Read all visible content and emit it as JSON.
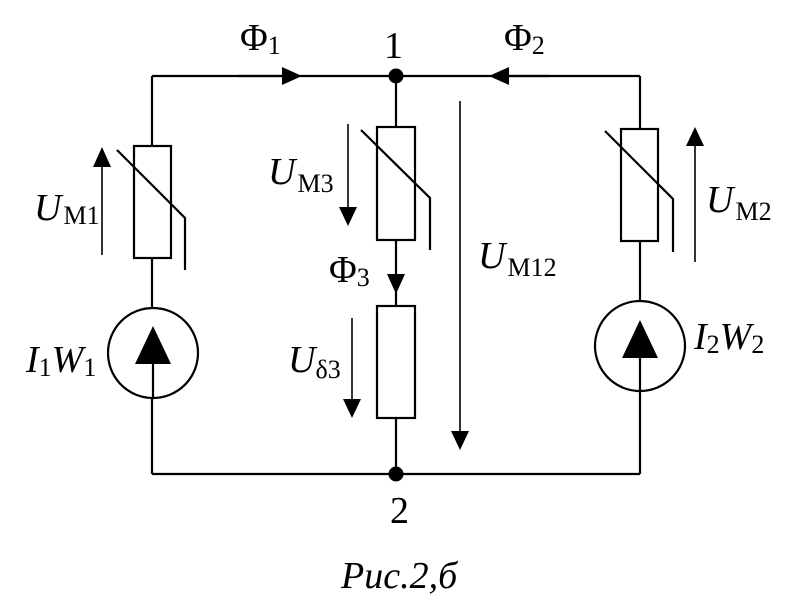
{
  "nodes": {
    "top": "1",
    "bottom": "2"
  },
  "flux": {
    "phi1": {
      "symbol": "Φ",
      "index": "1"
    },
    "phi2": {
      "symbol": "Φ",
      "index": "2"
    },
    "phi3": {
      "symbol": "Φ",
      "index": "3"
    }
  },
  "voltages": {
    "um1": {
      "symbol": "U",
      "sub": "M1"
    },
    "um2": {
      "symbol": "U",
      "sub": "M2"
    },
    "um3": {
      "symbol": "U",
      "sub": "M3"
    },
    "um12": {
      "symbol": "U",
      "sub": "M12"
    },
    "ud3": {
      "symbol": "U",
      "sub": "δ3"
    }
  },
  "sources": {
    "left": {
      "i": "I",
      "i_idx": "1",
      "w": "W",
      "w_idx": "1"
    },
    "right": {
      "i": "I",
      "i_idx": "2",
      "w": "W",
      "w_idx": "2"
    }
  },
  "caption": "Рис.2,б"
}
